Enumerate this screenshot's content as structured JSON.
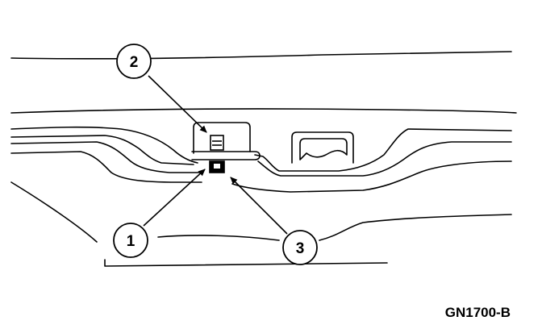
{
  "figure_id": "GN1700-B",
  "ink_color": "#000000",
  "paper_color": "#ffffff",
  "callouts": [
    {
      "number": "1"
    },
    {
      "number": "2"
    },
    {
      "number": "3"
    }
  ]
}
